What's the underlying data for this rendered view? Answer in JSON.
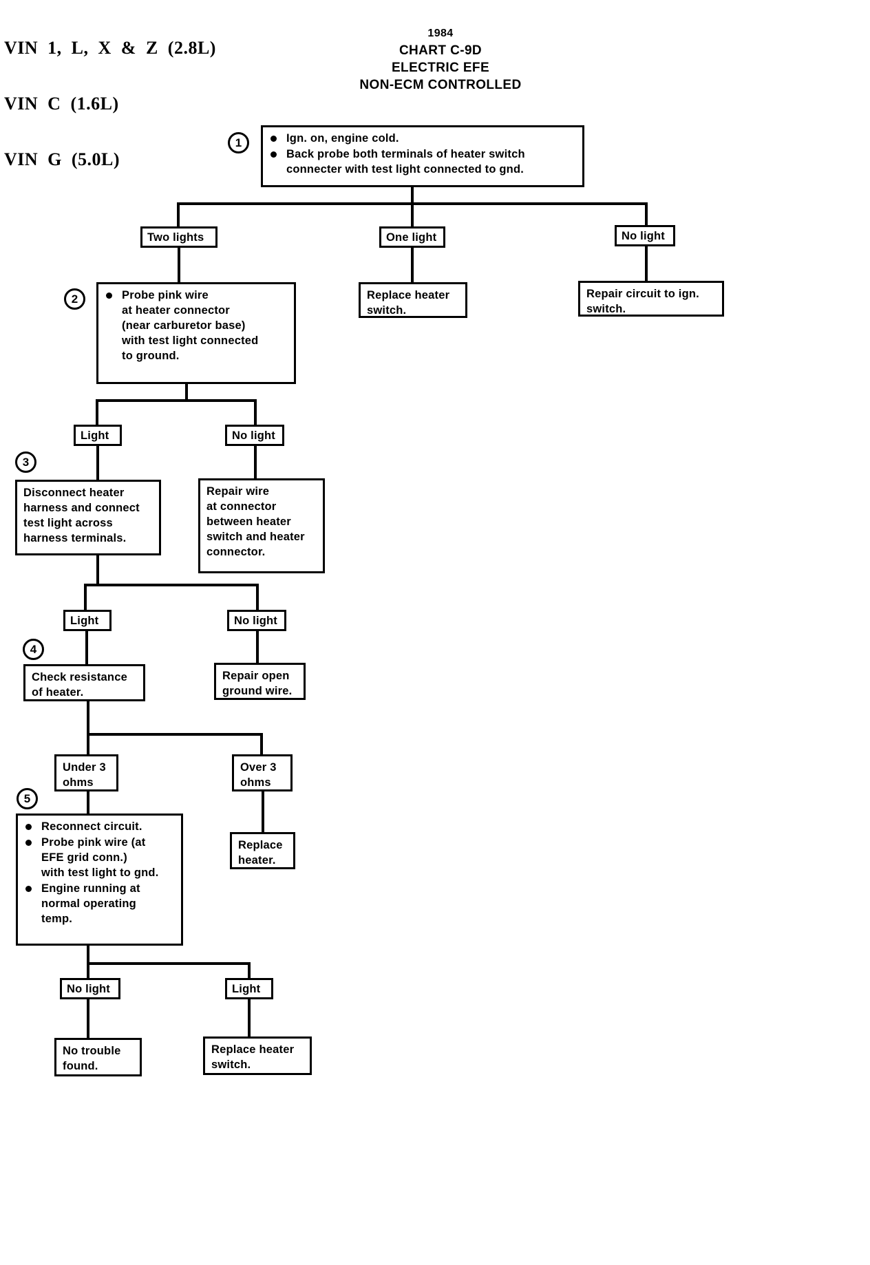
{
  "header": {
    "vin_lines": [
      "VIN  1,  L,  X  &  Z  (2.8L)",
      "VIN  C  (1.6L)",
      "VIN  G  (5.0L)"
    ],
    "title_year": "1984",
    "title_chart": "CHART C-9D",
    "title_system": "ELECTRIC EFE",
    "title_sub": "NON-ECM CONTROLLED"
  },
  "steps": {
    "s1": "1",
    "s2": "2",
    "s3": "3",
    "s4": "4",
    "s5": "5"
  },
  "nodes": {
    "step1": {
      "bullets": [
        [
          "Ign. on, engine cold."
        ],
        [
          "Back probe both terminals of heater switch",
          "connecter with test light connected to gnd."
        ]
      ]
    },
    "two_lights": "Two lights",
    "one_light": "One light",
    "no_light_top": "No light",
    "replace_heater_switch_top": [
      "Replace heater",
      "switch."
    ],
    "repair_circuit_ign": [
      "Repair circuit to ign.",
      "switch."
    ],
    "step2": {
      "bullets": [
        [
          "Probe pink wire",
          "at heater connector",
          "(near carburetor base)",
          "with test light connected",
          "to ground."
        ]
      ]
    },
    "light_2": "Light",
    "no_light_2": "No light",
    "step3": [
      "Disconnect heater",
      "harness and connect",
      "test light across",
      "harness terminals."
    ],
    "repair_wire": [
      "Repair wire",
      "at connector",
      "between heater",
      "switch and heater",
      "connector."
    ],
    "light_3": "Light",
    "no_light_3": "No light",
    "step4": [
      "Check resistance",
      "of heater."
    ],
    "repair_open_ground": [
      "Repair open",
      "ground wire."
    ],
    "under_3_ohms": [
      "Under 3",
      "ohms"
    ],
    "over_3_ohms": [
      "Over 3",
      "ohms"
    ],
    "replace_heater": [
      "Replace",
      "heater."
    ],
    "step5": {
      "bullets": [
        [
          "Reconnect circuit."
        ],
        [
          "Probe pink wire (at",
          "EFE grid conn.)",
          "with test light to gnd."
        ],
        [
          "Engine running at",
          "normal operating",
          "temp."
        ]
      ]
    },
    "no_light_5": "No light",
    "light_5": "Light",
    "no_trouble_found": [
      "No trouble",
      "found."
    ],
    "replace_heater_switch_bottom": [
      "Replace heater",
      "switch."
    ]
  },
  "colors": {
    "ink": "#000000",
    "paper": "#ffffff"
  }
}
